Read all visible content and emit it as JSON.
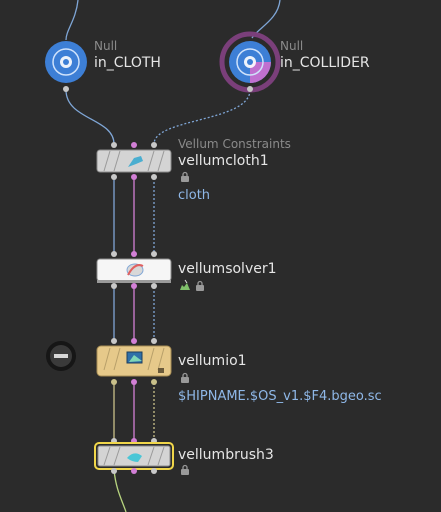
{
  "nodes": {
    "in_cloth": {
      "type": "Null",
      "name": "in_CLOTH"
    },
    "in_collider": {
      "type": "Null",
      "name": "in_COLLIDER"
    },
    "vellumcloth": {
      "type": "Vellum Constraints",
      "name": "vellumcloth1",
      "param": "cloth"
    },
    "vellumsolver": {
      "name": "vellumsolver1"
    },
    "vellumio": {
      "name": "vellumio1",
      "param": "$HIPNAME.$OS_v1.$F4.bgeo.sc"
    },
    "vellumbrush": {
      "name": "vellumbrush3"
    }
  },
  "colors": {
    "background": "#2b2b2b",
    "null_node": "#3d7fd6",
    "wire_blue": "#7fa6d6",
    "wire_pink": "#d27fd6",
    "vellumio_body": "#e6c98a",
    "selected_outline": "#f0d64a",
    "collider_ring": "#7a3f7a"
  }
}
